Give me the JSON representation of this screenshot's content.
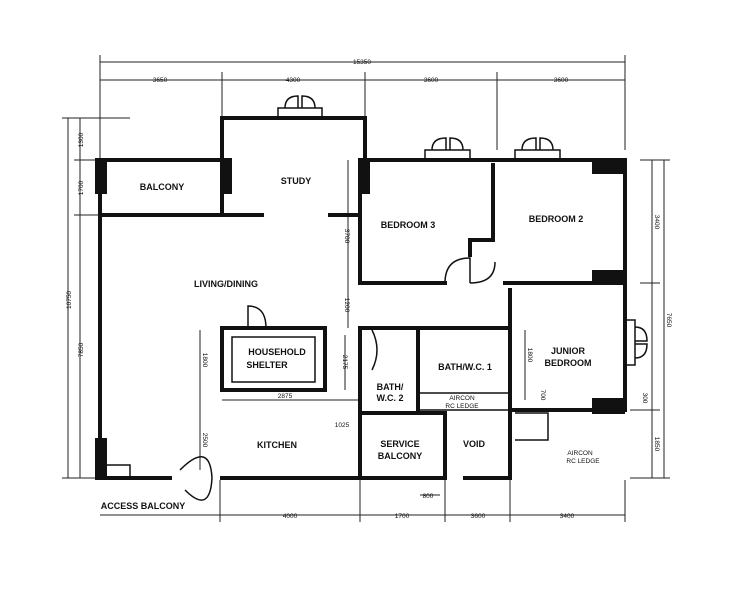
{
  "rooms": {
    "balcony": "BALCONY",
    "study": "STUDY",
    "bedroom3": "BEDROOM 3",
    "bedroom2": "BEDROOM 2",
    "living": "LIVING/DINING",
    "shelter_a": "HOUSEHOLD",
    "shelter_b": "SHELTER",
    "bath1": "BATH/W.C. 1",
    "bath2_a": "BATH/",
    "bath2_b": "W.C. 2",
    "junior_a": "JUNIOR",
    "junior_b": "BEDROOM",
    "aircon1_a": "AIRCON",
    "aircon1_b": "RC LEDGE",
    "aircon2_a": "AIRCON",
    "aircon2_b": "RC LEDGE",
    "kitchen": "KITCHEN",
    "service_a": "SERVICE",
    "service_b": "BALCONY",
    "void": "VOID",
    "access": "ACCESS BALCONY"
  },
  "dimensions": {
    "top_total": "15350",
    "top": [
      "3650",
      "4300",
      "3600",
      "3600"
    ],
    "bottom": [
      "4000",
      "1700",
      "3600",
      "3400"
    ],
    "left_total": "10750",
    "left": [
      "1300",
      "1700",
      "7850"
    ],
    "right_total": "7650",
    "right": [
      "3400",
      "300",
      "1850"
    ],
    "inner": {
      "study_depth": "3700",
      "corridor": "1200",
      "shelter_h": "1800",
      "shelter_w": "2875",
      "kitchen_gap": "1025",
      "bath_h": "2175",
      "entry": "2500",
      "junior_h": "1800",
      "ledge": "700",
      "void_w": "800"
    }
  }
}
